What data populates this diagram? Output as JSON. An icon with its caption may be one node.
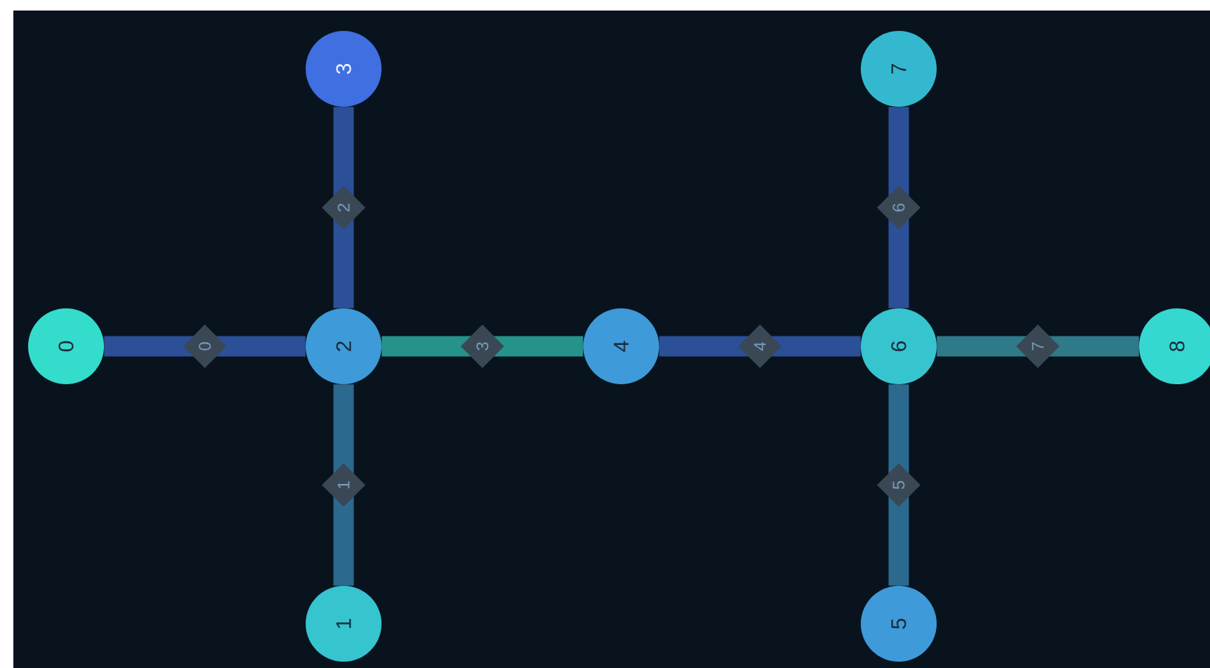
{
  "diagram": {
    "nodes": [
      {
        "text": [
          "0"
        ]
      },
      {
        "text": [
          "1"
        ]
      },
      {
        "text": [
          "2"
        ]
      },
      {
        "text": [
          "3"
        ]
      },
      {
        "text": [
          "4"
        ]
      },
      {
        "text": [
          "5"
        ]
      },
      {
        "text": [
          "6"
        ]
      },
      {
        "text": [
          "7"
        ]
      },
      {
        "text": [
          "8"
        ]
      }
    ],
    "edges": [
      {
        "from": 0,
        "to": 2,
        "arrow": "none",
        "label": "0"
      },
      {
        "from": 2,
        "to": 1,
        "arrow": "none",
        "label": "1",
        "color": "#2b6a8e"
      },
      {
        "from": 2,
        "to": 3,
        "arrow": "none",
        "label": "2"
      },
      {
        "from": 2,
        "to": 4,
        "arrow": "none",
        "label": "3",
        "color": "#26938a"
      },
      {
        "from": 4,
        "to": 6,
        "arrow": "none",
        "label": "4"
      },
      {
        "from": 6,
        "to": 5,
        "arrow": "none",
        "label": "5",
        "color": "#2b6a8e"
      },
      {
        "from": 6,
        "to": 7,
        "arrow": "none",
        "label": "6"
      },
      {
        "from": 6,
        "to": 8,
        "arrow": "none",
        "label": "7",
        "color": "#2e7a8a"
      }
    ]
  }
}
